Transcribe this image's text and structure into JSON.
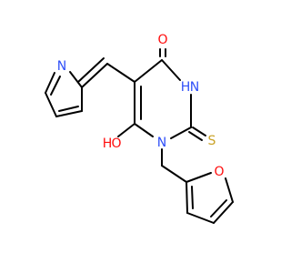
{
  "molecule": {
    "colors": {
      "bond": "#000000",
      "O": "#ff0d0d",
      "N": "#3050f8",
      "S": "#c9a227"
    },
    "atoms": [
      {
        "id": "O_top",
        "symbol": "O",
        "label": "O"
      },
      {
        "id": "N_ring_H",
        "symbol": "N",
        "label": "H"
      },
      {
        "id": "N_ring_H_N",
        "symbol": "N",
        "label": "N"
      },
      {
        "id": "S_thione",
        "symbol": "S",
        "label": "S"
      },
      {
        "id": "N1",
        "symbol": "N",
        "label": "N"
      },
      {
        "id": "O_hydroxy",
        "symbol": "O",
        "label": "O"
      },
      {
        "id": "H_hydroxy",
        "symbol": "O",
        "label": "H"
      },
      {
        "id": "N_pyrrole",
        "symbol": "N",
        "label": "N"
      },
      {
        "id": "O_furan",
        "symbol": "O",
        "label": "O"
      }
    ]
  }
}
